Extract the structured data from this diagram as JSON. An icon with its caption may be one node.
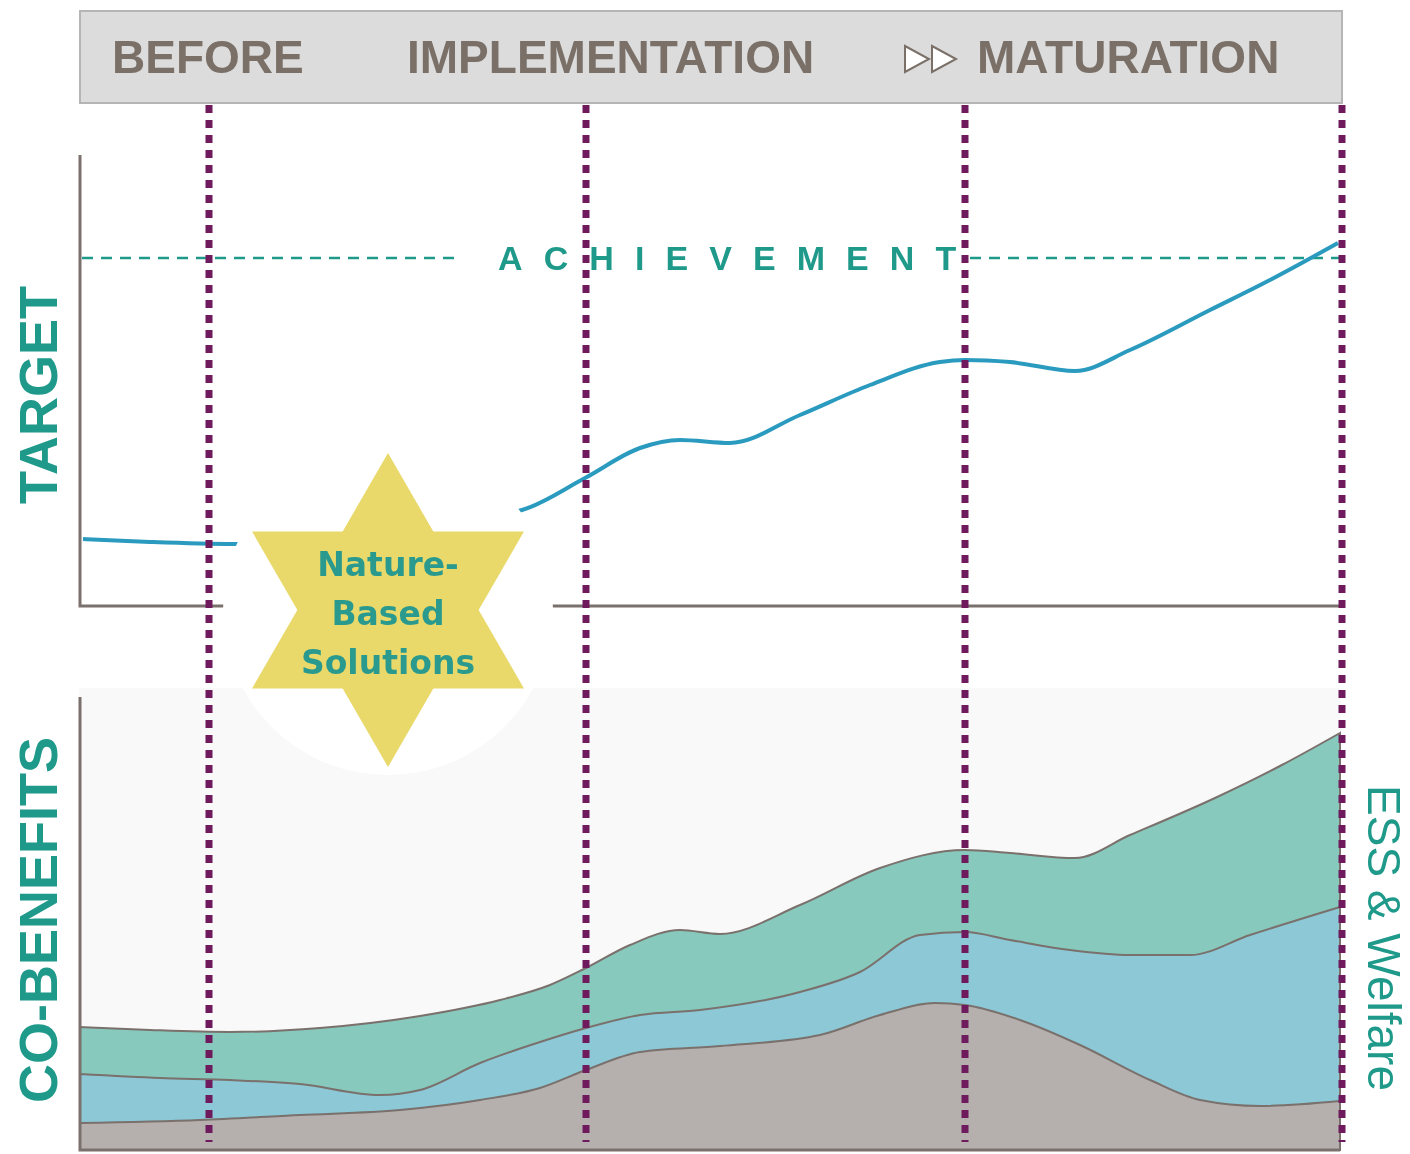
{
  "diagram": {
    "nodes": [
      {
        "text": [
          "BEFORE",
          "IMPLEMENTATION",
          "MATURATION"
        ]
      },
      {
        "text": [
          "Nature-Based Solutions"
        ]
      }
    ],
    "labels": [
      "ACHIEVEMENT",
      "TARGET",
      "CO-BENEFITS",
      "ESS & Welfare"
    ]
  }
}
